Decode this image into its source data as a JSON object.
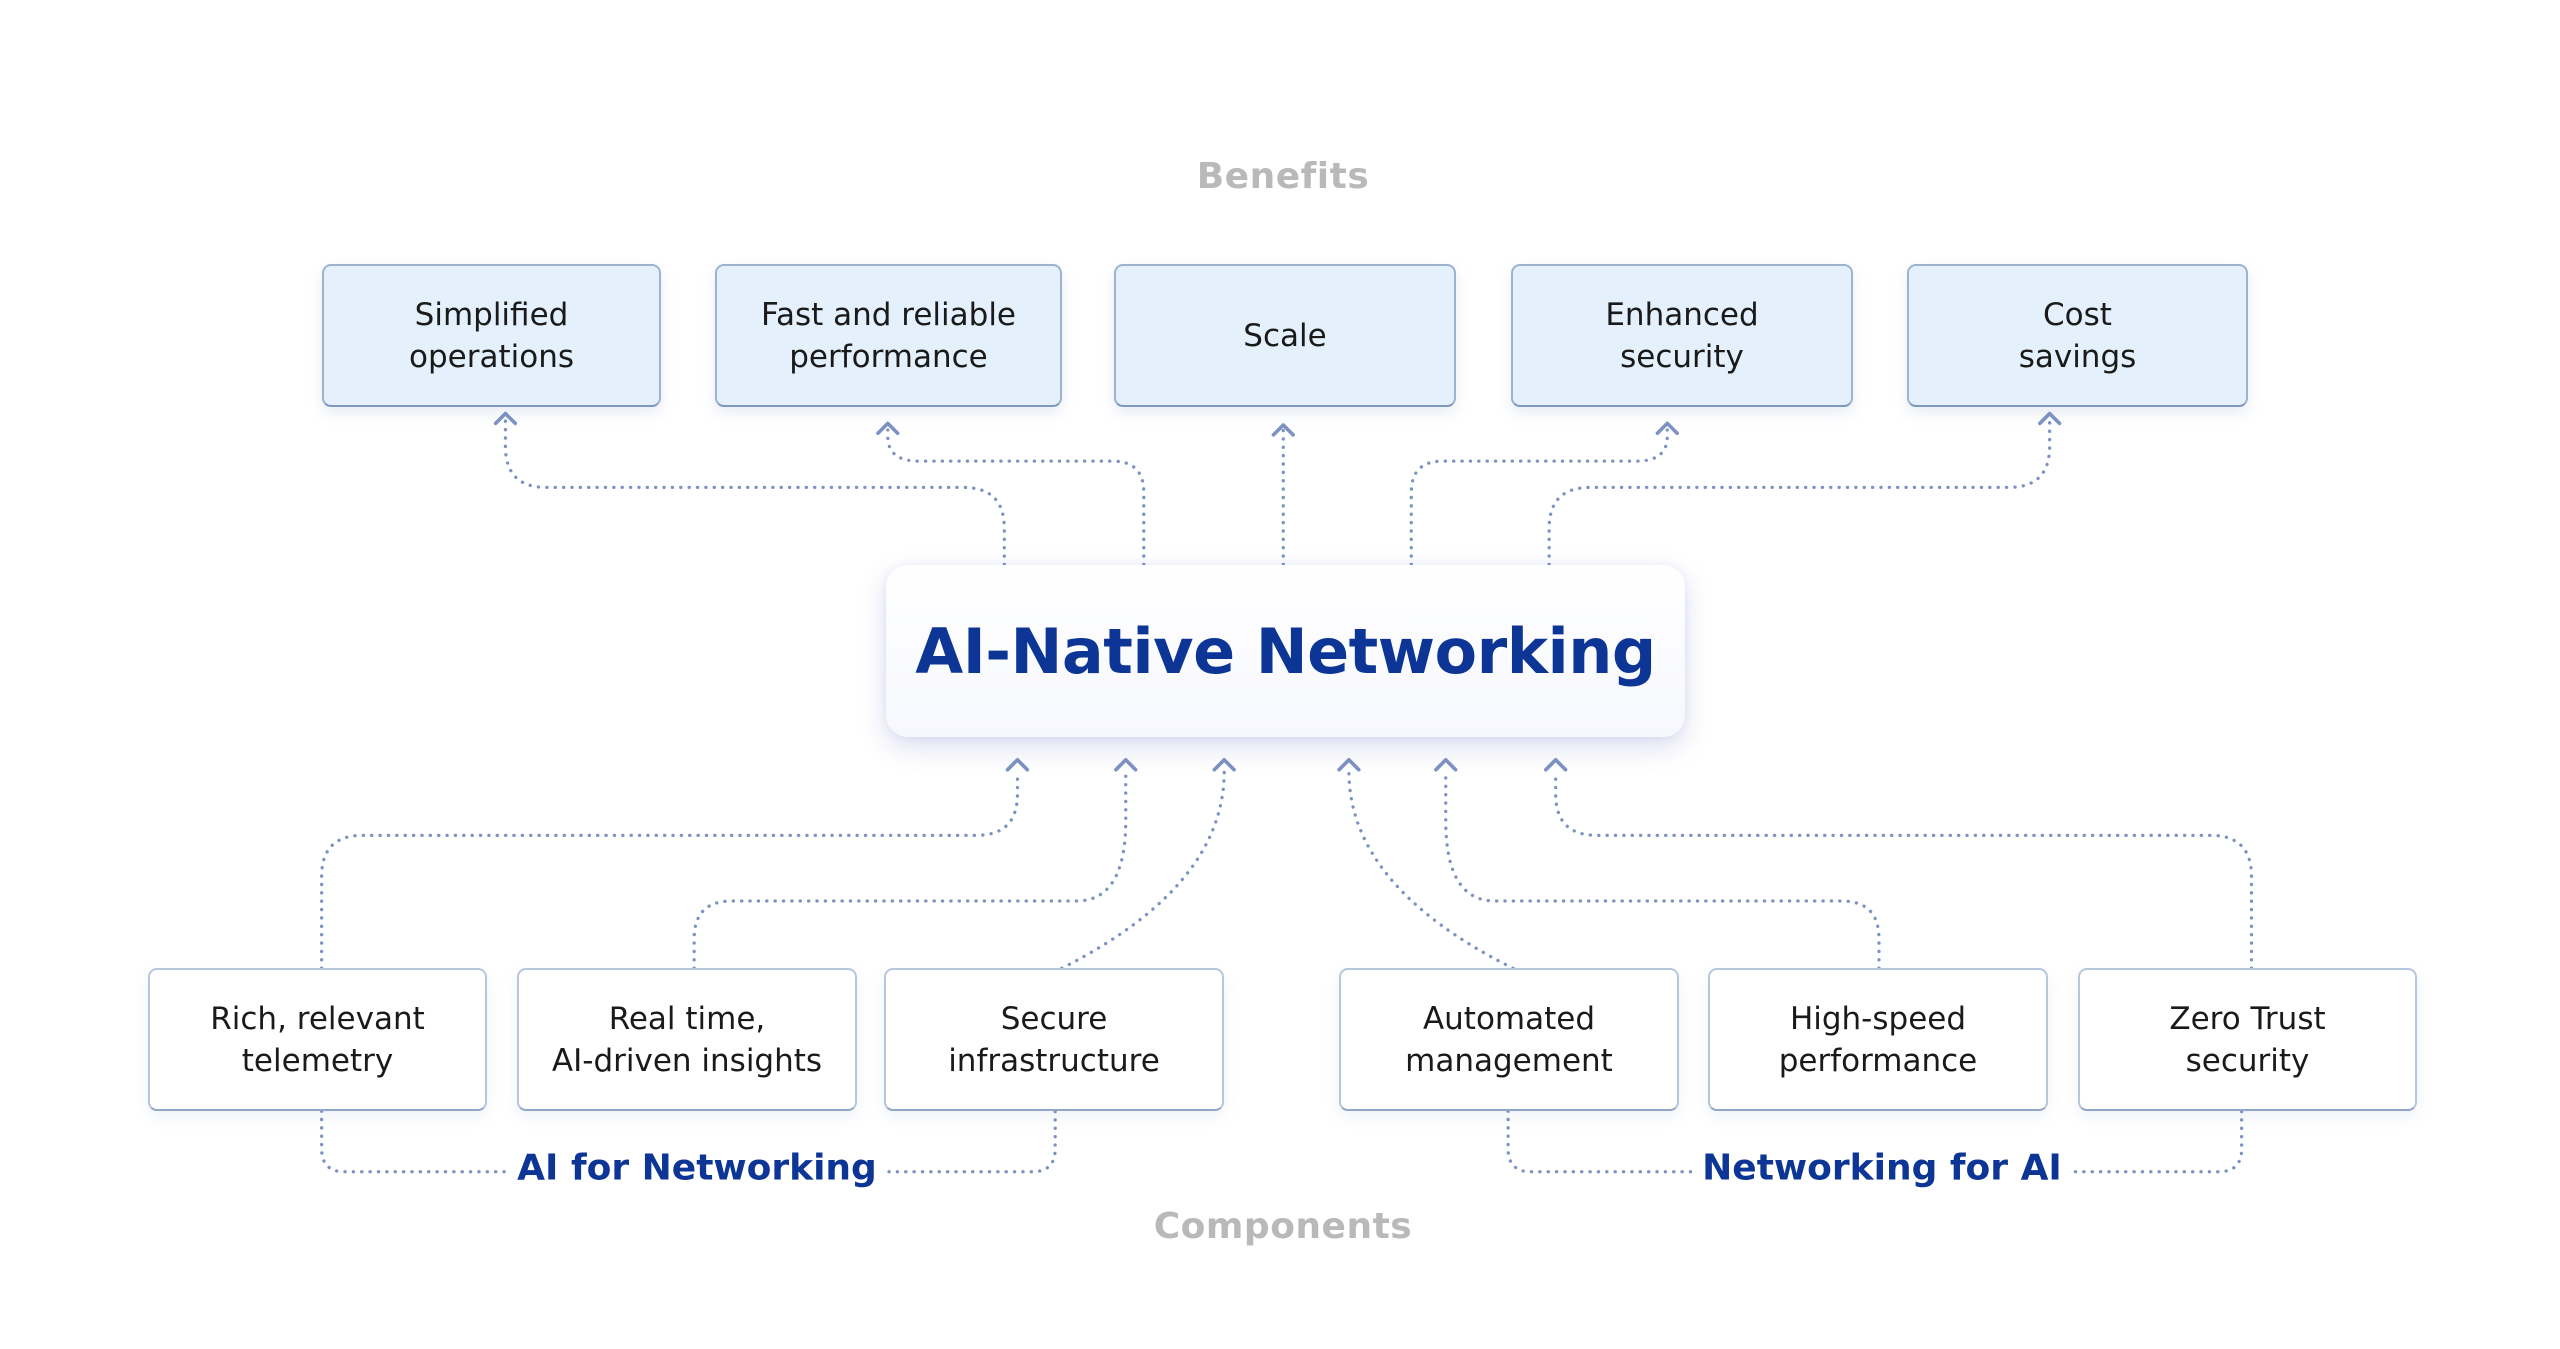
{
  "diagram": {
    "title": "AI-Native Networking",
    "benefits_heading": "Benefits",
    "components_heading": "Components",
    "benefits": [
      {
        "label": "Simplified\noperations"
      },
      {
        "label": "Fast and reliable\nperformance"
      },
      {
        "label": "Scale"
      },
      {
        "label": "Enhanced\nsecurity"
      },
      {
        "label": "Cost\nsavings"
      }
    ],
    "component_groups": [
      {
        "label": "AI for Networking",
        "components": [
          {
            "label": "Rich, relevant\ntelemetry"
          },
          {
            "label": "Real time,\nAI-driven insights"
          },
          {
            "label": "Secure\ninfrastructure"
          }
        ]
      },
      {
        "label": "Networking for AI",
        "components": [
          {
            "label": "Automated\nmanagement"
          },
          {
            "label": "High-speed\nperformance"
          },
          {
            "label": "Zero Trust\nsecurity"
          }
        ]
      }
    ],
    "colors": {
      "title": "#0c3596",
      "heading": "#b9b9b9",
      "benefit_fill": "#e4f0fb",
      "connector": "#7a8fc0"
    }
  }
}
